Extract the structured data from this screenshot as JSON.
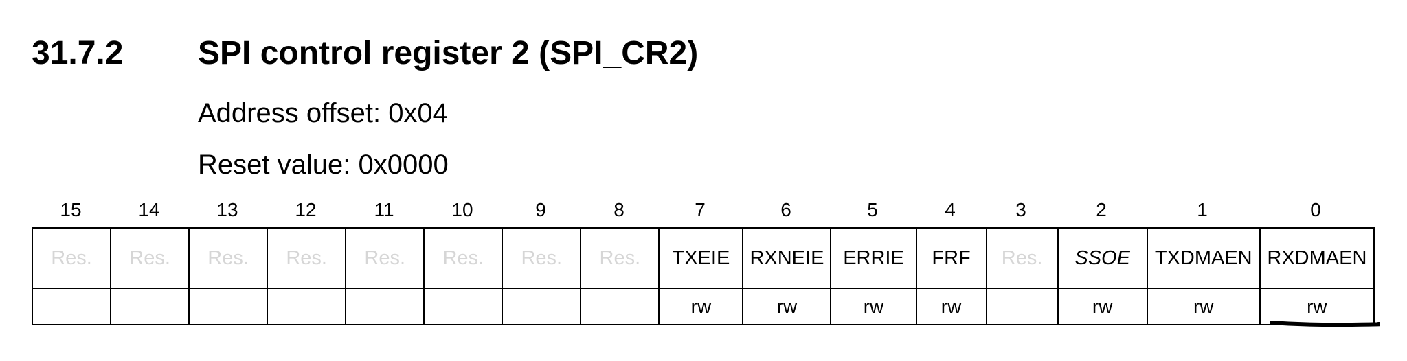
{
  "section": {
    "number": "31.7.2",
    "title": "SPI control register 2 (SPI_CR2)"
  },
  "meta": {
    "address_offset": "Address offset: 0x04",
    "reset_value": "Reset value: 0x0000"
  },
  "register": {
    "bits": [
      {
        "num": "15",
        "name": "Res.",
        "reserved": true,
        "italic": false,
        "access": ""
      },
      {
        "num": "14",
        "name": "Res.",
        "reserved": true,
        "italic": false,
        "access": ""
      },
      {
        "num": "13",
        "name": "Res.",
        "reserved": true,
        "italic": false,
        "access": ""
      },
      {
        "num": "12",
        "name": "Res.",
        "reserved": true,
        "italic": false,
        "access": ""
      },
      {
        "num": "11",
        "name": "Res.",
        "reserved": true,
        "italic": false,
        "access": ""
      },
      {
        "num": "10",
        "name": "Res.",
        "reserved": true,
        "italic": false,
        "access": ""
      },
      {
        "num": "9",
        "name": "Res.",
        "reserved": true,
        "italic": false,
        "access": ""
      },
      {
        "num": "8",
        "name": "Res.",
        "reserved": true,
        "italic": false,
        "access": ""
      },
      {
        "num": "7",
        "name": "TXEIE",
        "reserved": false,
        "italic": false,
        "access": "rw"
      },
      {
        "num": "6",
        "name": "RXNEIE",
        "reserved": false,
        "italic": false,
        "access": "rw"
      },
      {
        "num": "5",
        "name": "ERRIE",
        "reserved": false,
        "italic": false,
        "access": "rw"
      },
      {
        "num": "4",
        "name": "FRF",
        "reserved": false,
        "italic": false,
        "access": "rw"
      },
      {
        "num": "3",
        "name": "Res.",
        "reserved": true,
        "italic": false,
        "access": ""
      },
      {
        "num": "2",
        "name": "SSOE",
        "reserved": false,
        "italic": true,
        "access": "rw"
      },
      {
        "num": "1",
        "name": "TXDMAEN",
        "reserved": false,
        "italic": false,
        "access": "rw"
      },
      {
        "num": "0",
        "name": "RXDMAEN",
        "reserved": false,
        "italic": false,
        "access": "rw"
      }
    ]
  },
  "colors": {
    "text": "#000000",
    "reserved_text": "#d6d6d6",
    "border": "#000000",
    "background": "#ffffff"
  }
}
